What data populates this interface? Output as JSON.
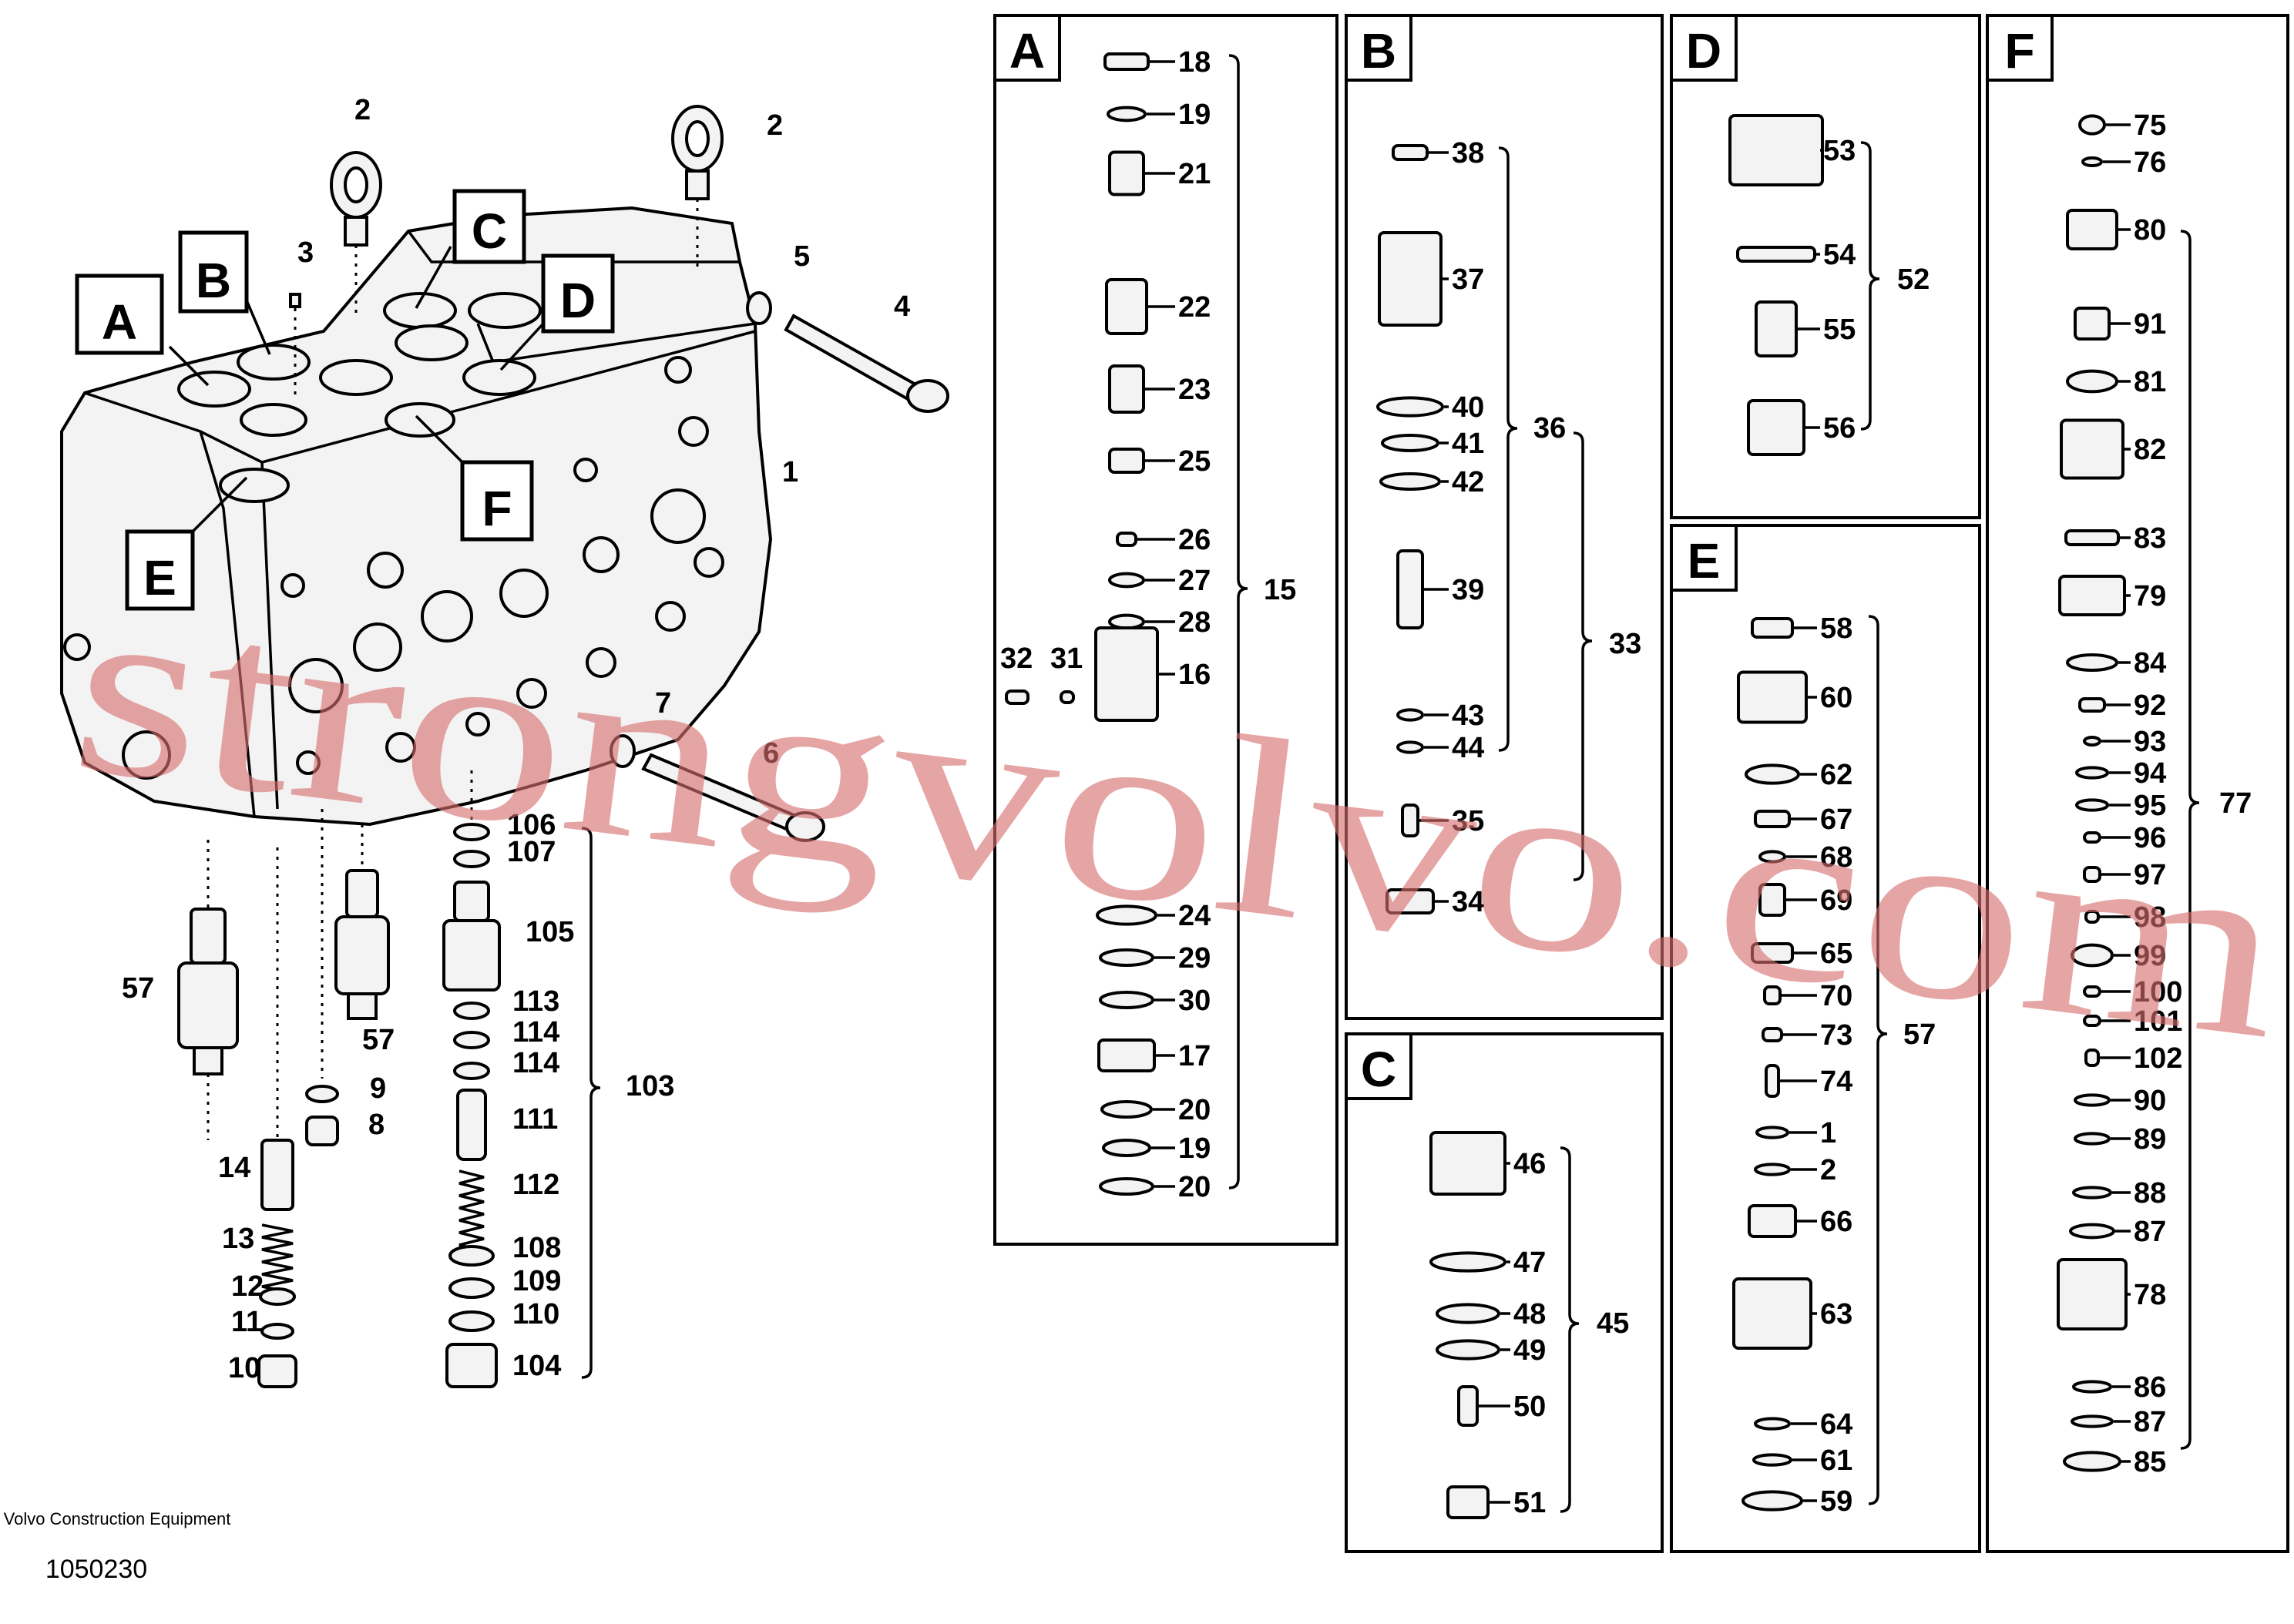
{
  "title": "Volvo Construction Equipment",
  "drawing_number": "1050230",
  "watermark": "strongvolvo.com",
  "colors": {
    "watermark": "#d86f6f",
    "lines": "#000000",
    "background": "#ffffff"
  },
  "callouts": {
    "A": "A",
    "B": "B",
    "C": "C",
    "D": "D",
    "E": "E",
    "F": "F"
  },
  "sections": [
    {
      "id": "A",
      "group_labels": [
        "15"
      ],
      "labels": [
        "18",
        "19",
        "21",
        "22",
        "23",
        "25",
        "26",
        "27",
        "28",
        "32",
        "31",
        "16",
        "24",
        "29",
        "30",
        "17",
        "20",
        "19",
        "20"
      ]
    },
    {
      "id": "B",
      "group_labels": [
        "36",
        "33"
      ],
      "labels": [
        "38",
        "37",
        "40",
        "41",
        "42",
        "39",
        "43",
        "44",
        "35",
        "34"
      ]
    },
    {
      "id": "C",
      "group_labels": [
        "45"
      ],
      "labels": [
        "46",
        "47",
        "48",
        "49",
        "50",
        "51"
      ]
    },
    {
      "id": "D",
      "group_labels": [
        "52"
      ],
      "labels": [
        "53",
        "54",
        "55",
        "56"
      ]
    },
    {
      "id": "E",
      "group_labels": [
        "57"
      ],
      "labels": [
        "58",
        "60",
        "62",
        "67",
        "68",
        "69",
        "65",
        "70",
        "73",
        "74",
        "1",
        "2",
        "66",
        "63",
        "64",
        "61",
        "59"
      ]
    },
    {
      "id": "F",
      "group_labels": [
        "77"
      ],
      "labels": [
        "75",
        "76",
        "80",
        "91",
        "81",
        "82",
        "83",
        "79",
        "84",
        "92",
        "93",
        "94",
        "95",
        "96",
        "97",
        "98",
        "99",
        "100",
        "101",
        "102",
        "90",
        "89",
        "88",
        "87",
        "78",
        "86",
        "87",
        "85"
      ]
    }
  ],
  "main_view": {
    "labels": [
      "2",
      "2",
      "3",
      "5",
      "4",
      "1",
      "7",
      "6",
      "57",
      "57",
      "9",
      "8",
      "14",
      "13",
      "12",
      "11",
      "10",
      "106",
      "107",
      "105",
      "113",
      "114",
      "114",
      "111",
      "112",
      "108",
      "109",
      "110",
      "104"
    ],
    "group_labels": [
      "103"
    ]
  }
}
